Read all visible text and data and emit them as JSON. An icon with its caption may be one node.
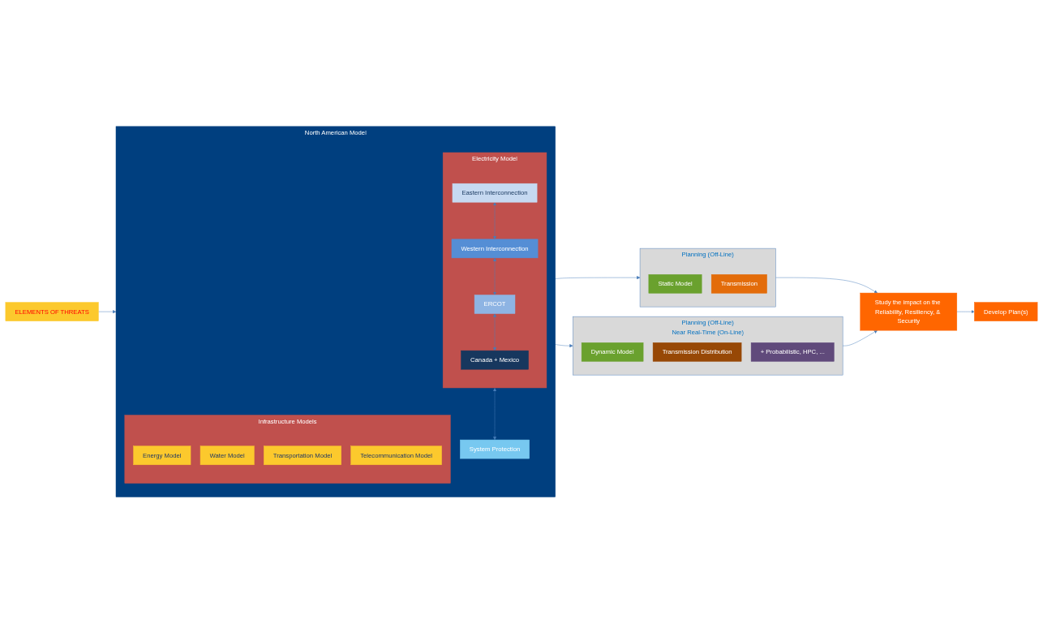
{
  "diagram": {
    "nodes": [
      {
        "text": [
          "ELEMENTS OF THREATS"
        ]
      },
      {
        "text": [
          "North American Model"
        ]
      },
      {
        "text": [
          "Electricity  Model"
        ],
        "in": 1
      },
      {
        "text": [
          "Eastern Interconnection"
        ],
        "in": 2
      },
      {
        "text": [
          "Western Interconnection"
        ],
        "in": 2
      },
      {
        "text": [
          "ERCOT"
        ],
        "in": 2
      },
      {
        "text": [
          "Canada + Mexico"
        ],
        "in": 2
      },
      {
        "text": [
          "System Protection"
        ],
        "in": 1
      },
      {
        "text": [
          "Infrastructure Models"
        ],
        "in": 1
      },
      {
        "text": [
          "Energy Model"
        ],
        "in": 8
      },
      {
        "text": [
          "Water Model"
        ],
        "in": 8
      },
      {
        "text": [
          "Transportation Model"
        ],
        "in": 8
      },
      {
        "text": [
          "Telecommunication Model"
        ],
        "in": 8
      },
      {
        "text": [
          "Planning (Off-Line)"
        ]
      },
      {
        "text": [
          "Static Model"
        ],
        "in": 13
      },
      {
        "text": [
          "Transmission"
        ],
        "in": 13
      },
      {
        "text": [
          "Planning (Off-Line)",
          "Near Real-Time (On-Line)"
        ]
      },
      {
        "text": [
          "Dynamic Model"
        ],
        "in": 16
      },
      {
        "text": [
          "Transmission Distribution"
        ],
        "in": 16
      },
      {
        "text": [
          "+ Probabilistic, HPC, ..."
        ],
        "in": 16
      },
      {
        "text": [
          "Study the impact on the Reliability, Resiliency, & Security"
        ]
      },
      {
        "text": [
          "Develop Plan(s)"
        ]
      }
    ],
    "edges": [
      {
        "from": 0,
        "to": 1,
        "arrow": "to"
      },
      {
        "from": 3,
        "to": 4,
        "arrow": "both"
      },
      {
        "from": 4,
        "to": 5,
        "arrow": "both"
      },
      {
        "from": 5,
        "to": 6,
        "arrow": "both"
      },
      {
        "from": 2,
        "to": 7,
        "arrow": "both"
      },
      {
        "from": 1,
        "to": 13,
        "arrow": "to"
      },
      {
        "from": 1,
        "to": 16,
        "arrow": "to"
      },
      {
        "from": 13,
        "to": 20,
        "arrow": "to"
      },
      {
        "from": 16,
        "to": 20,
        "arrow": "to"
      },
      {
        "from": 20,
        "to": 21,
        "arrow": "to"
      }
    ]
  }
}
